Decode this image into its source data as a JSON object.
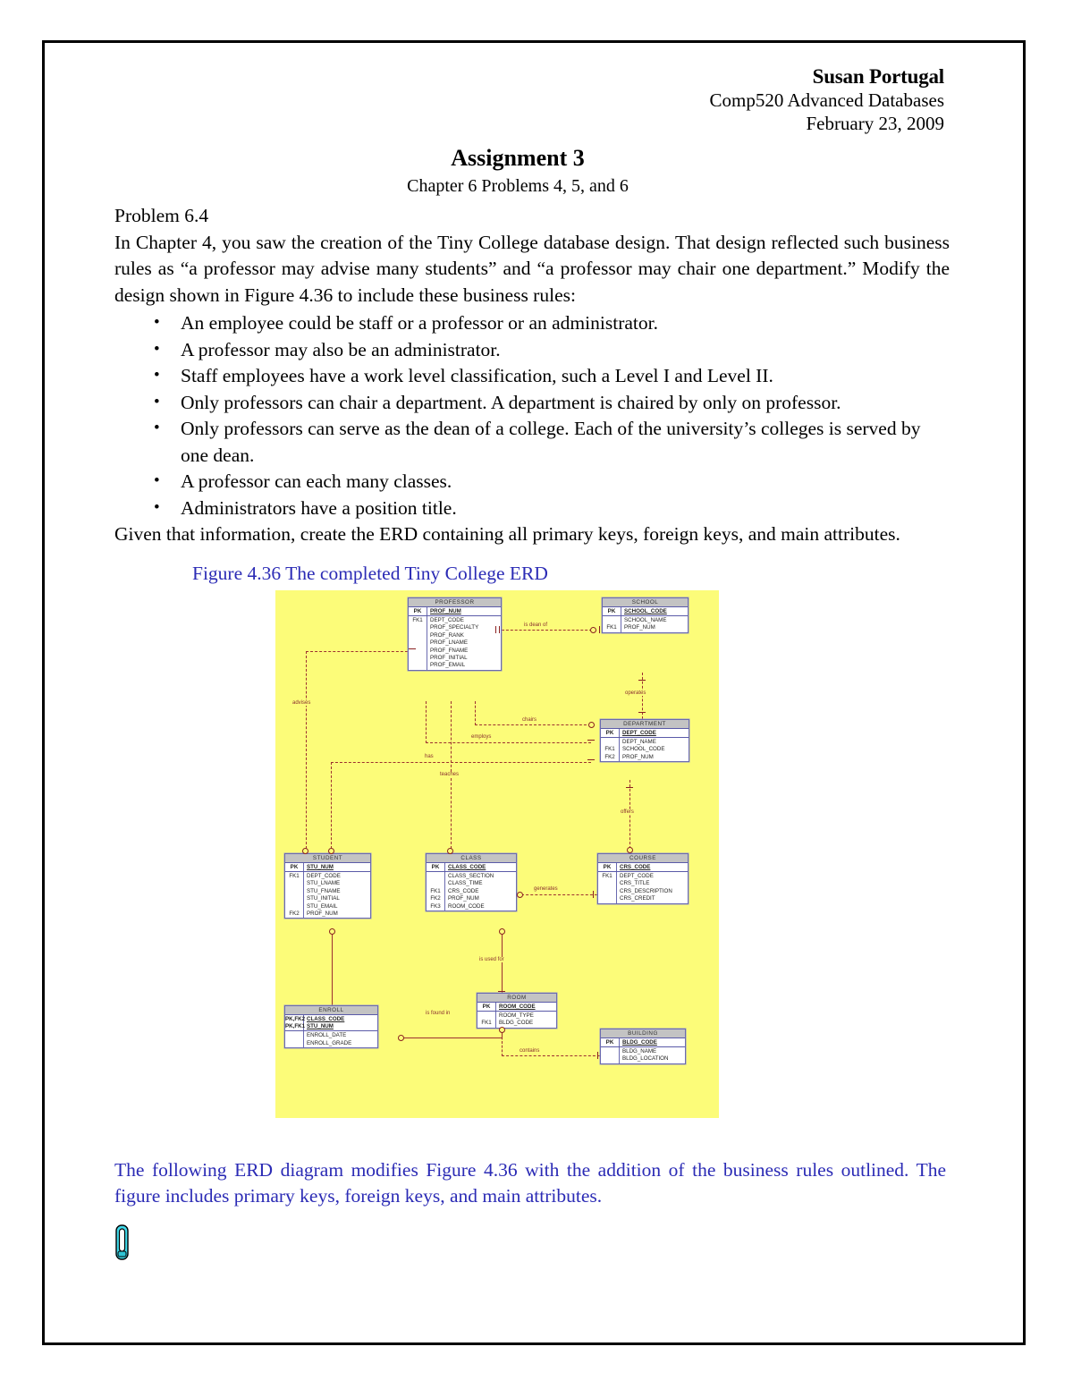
{
  "header": {
    "author": "Susan Portugal",
    "course": "Comp520 Advanced Databases",
    "date": "February 23, 2009",
    "assignment_title": "Assignment 3",
    "subtitle": "Chapter 6 Problems 4, 5, and 6"
  },
  "problem": {
    "label": "Problem 6.4",
    "intro": "In Chapter 4, you saw the creation of the Tiny College database design.  That design reflected such business rules as “a professor may advise many students” and “a professor may chair one department.”  Modify the design shown in Figure 4.36 to include these business rules:",
    "rules": [
      "An employee could be staff or a professor or an administrator.",
      "A professor may also be an administrator.",
      "Staff employees have a work level classification, such a Level I and Level II.",
      "Only professors can chair a department.  A department is chaired by only on professor.",
      "Only professors can serve as the dean of a college.  Each of the university’s colleges is served by one dean.",
      "A professor can each many classes.",
      "Administrators have a position title."
    ],
    "closing": "Given that information, create the ERD containing all primary keys, foreign keys, and main attributes."
  },
  "figure": {
    "caption": "Figure 4.36 The completed Tiny College ERD",
    "background_color": "#fcfc79",
    "entities": [
      {
        "name": "PROFESSOR",
        "pk_key": "PK",
        "pk_attr": "PROF_NUM",
        "keys": [
          "FK1"
        ],
        "attrs": [
          "DEPT_CODE",
          "PROF_SPECIALTY",
          "PROF_RANK",
          "PROF_LNAME",
          "PROF_FNAME",
          "PROF_INITIAL",
          "PROF_EMAIL"
        ]
      },
      {
        "name": "SCHOOL",
        "pk_key": "PK",
        "pk_attr": "SCHOOL_CODE",
        "keys": [
          "FK1"
        ],
        "attrs": [
          "SCHOOL_NAME",
          "PROF_NUM"
        ]
      },
      {
        "name": "DEPARTMENT",
        "pk_key": "PK",
        "pk_attr": "DEPT_CODE",
        "keys": [
          "FK1",
          "FK2"
        ],
        "attrs": [
          "DEPT_NAME",
          "SCHOOL_CODE",
          "PROF_NUM"
        ]
      },
      {
        "name": "STUDENT",
        "pk_key": "PK",
        "pk_attr": "STU_NUM",
        "keys": [
          "FK1",
          "FK2"
        ],
        "attrs": [
          "DEPT_CODE",
          "STU_LNAME",
          "STU_FNAME",
          "STU_INITIAL",
          "STU_EMAIL",
          "PROF_NUM"
        ]
      },
      {
        "name": "CLASS",
        "pk_key": "PK",
        "pk_attr": "CLASS_CODE",
        "keys": [
          "FK1",
          "FK2",
          "FK3"
        ],
        "attrs": [
          "CLASS_SECTION",
          "CLASS_TIME",
          "CRS_CODE",
          "PROF_NUM",
          "ROOM_CODE"
        ]
      },
      {
        "name": "COURSE",
        "pk_key": "PK",
        "pk_attr": "CRS_CODE",
        "keys": [
          "FK1"
        ],
        "attrs": [
          "DEPT_CODE",
          "CRS_TITLE",
          "CRS_DESCRIPTION",
          "CRS_CREDIT"
        ]
      },
      {
        "name": "ENROLL",
        "pk_key": "PK,FK2",
        "pk_key2": "PK,FK1",
        "pk_attr": "CLASS_CODE",
        "pk_attr2": "STU_NUM",
        "keys": [],
        "attrs": [
          "ENROLL_DATE",
          "ENROLL_GRADE"
        ]
      },
      {
        "name": "ROOM",
        "pk_key": "PK",
        "pk_attr": "ROOM_CODE",
        "keys": [
          "FK1"
        ],
        "attrs": [
          "ROOM_TYPE",
          "BLDG_CODE"
        ]
      },
      {
        "name": "BUILDING",
        "pk_key": "PK",
        "pk_attr": "BLDG_CODE",
        "keys": [],
        "attrs": [
          "BLDG_NAME",
          "BLDG_LOCATION"
        ]
      }
    ],
    "relationships": [
      "is dean of",
      "operates",
      "chairs",
      "employs",
      "has",
      "teaches",
      "advises",
      "offers",
      "generates",
      "is used for",
      "is found in",
      "contains"
    ]
  },
  "footer": {
    "note": "The following ERD diagram modifies Figure 4.36 with the addition of the business rules outlined.  The figure includes primary keys, foreign keys, and main attributes.",
    "attachment_icon": "paperclip-icon",
    "accent_color": "#2b2bb5"
  }
}
